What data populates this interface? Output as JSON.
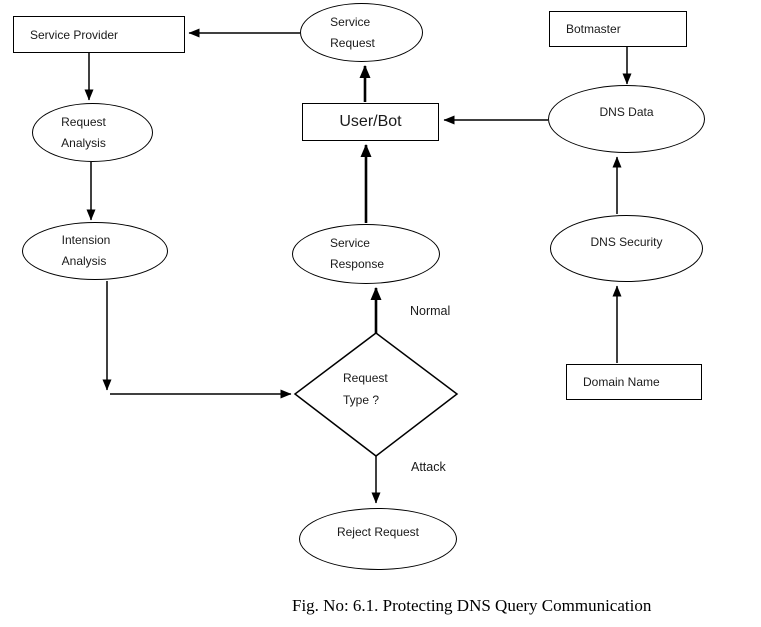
{
  "nodes": {
    "service_provider": {
      "label": "Service Provider"
    },
    "service_request": {
      "line1": "Service",
      "line2": "Request"
    },
    "botmaster": {
      "label": "Botmaster"
    },
    "request_analysis": {
      "line1": "Request",
      "line2": "Analysis"
    },
    "user_bot": {
      "label": "User/Bot"
    },
    "dns_data": {
      "label": "DNS Data"
    },
    "intension_analysis": {
      "line1": "Intension",
      "line2": "Analysis"
    },
    "service_response": {
      "line1": "Service",
      "line2": "Response"
    },
    "dns_security": {
      "label": "DNS Security"
    },
    "decision": {
      "line1": "Request",
      "line2": "Type ?"
    },
    "domain_name": {
      "label": "Domain Name"
    },
    "reject_request": {
      "label": "Reject Request"
    }
  },
  "edge_labels": {
    "normal": "Normal",
    "attack": "Attack"
  },
  "caption": "Fig. No: 6.1. Protecting DNS Query Communication",
  "colors": {
    "stroke": "#000000",
    "background": "#ffffff",
    "text": "#1a1a1a"
  }
}
